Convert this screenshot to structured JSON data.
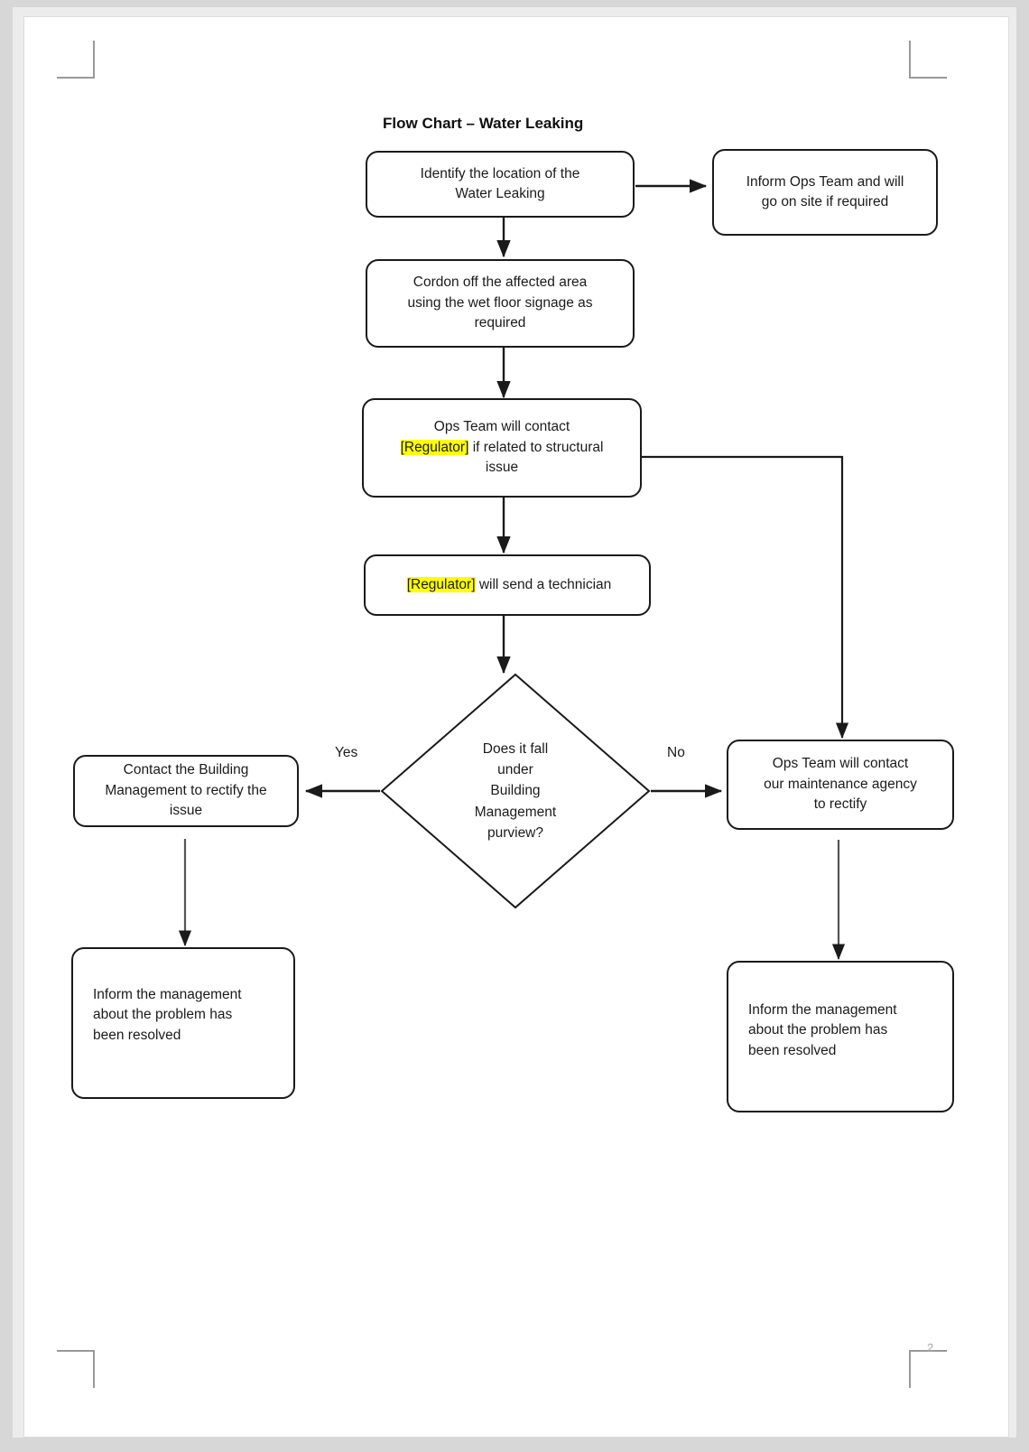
{
  "document": {
    "page_number": "2",
    "title": "Flow Chart – Water Leaking"
  },
  "chart_data": {
    "type": "diagram",
    "title": "Flow Chart – Water Leaking",
    "nodes": [
      {
        "id": "identify",
        "shape": "rounded-rect",
        "text": "Identify the location of the Water Leaking",
        "line1": "Identify the location of the",
        "line2": "Water Leaking"
      },
      {
        "id": "inform-ops",
        "shape": "rounded-rect",
        "text": "Inform Ops Team and will go on site if required",
        "line1": "Inform Ops Team and will",
        "line2": "go on site if required"
      },
      {
        "id": "cordon",
        "shape": "rounded-rect",
        "text": "Cordon off the affected area using the wet floor signage as required",
        "line1": "Cordon off the affected area",
        "line2": "using the wet floor signage as",
        "line3": "required"
      },
      {
        "id": "ops-contact-regulator",
        "shape": "rounded-rect",
        "text": "Ops Team will contact [Regulator] if related to structural issue",
        "line1": "Ops Team will contact",
        "highlight": "[Regulator]",
        "line2_rest": " if related to structural",
        "line3": "issue"
      },
      {
        "id": "regulator-technician",
        "shape": "rounded-rect",
        "highlight": "[Regulator]",
        "text_rest": " will send a technician",
        "text": "[Regulator] will send a technician"
      },
      {
        "id": "decision",
        "shape": "diamond",
        "text": "Does it fall under Building Management purview?",
        "line1": "Does it fall",
        "line2": "under",
        "line3": "Building",
        "line4": "Management",
        "line5": "purview?"
      },
      {
        "id": "contact-building-mgmt",
        "shape": "rounded-rect",
        "text": "Contact the Building Management to rectify the issue",
        "line1": "Contact the Building",
        "line2": "Management to rectify the",
        "line3": "issue"
      },
      {
        "id": "ops-maintenance-agency",
        "shape": "rounded-rect",
        "text": "Ops Team will contact our maintenance agency to rectify",
        "line1": "Ops Team will contact",
        "line2": "our maintenance agency",
        "line3": "to rectify"
      },
      {
        "id": "inform-mgmt-left",
        "shape": "rounded-rect",
        "text": "Inform the management about the problem  has been resolved",
        "line1": "Inform the management",
        "line2": "about the problem  has",
        "line3": "been resolved"
      },
      {
        "id": "inform-mgmt-right",
        "shape": "rounded-rect",
        "text": "Inform the management about the problem  has been resolved",
        "line1": "Inform the management",
        "line2": "about the problem  has",
        "line3": "been resolved"
      }
    ],
    "edges": [
      {
        "from": "identify",
        "to": "inform-ops",
        "label": ""
      },
      {
        "from": "identify",
        "to": "cordon",
        "label": ""
      },
      {
        "from": "cordon",
        "to": "ops-contact-regulator",
        "label": ""
      },
      {
        "from": "ops-contact-regulator",
        "to": "regulator-technician",
        "label": ""
      },
      {
        "from": "ops-contact-regulator",
        "to": "ops-maintenance-agency",
        "label": ""
      },
      {
        "from": "regulator-technician",
        "to": "decision",
        "label": ""
      },
      {
        "from": "decision",
        "to": "contact-building-mgmt",
        "label": "Yes"
      },
      {
        "from": "decision",
        "to": "ops-maintenance-agency",
        "label": "No"
      },
      {
        "from": "contact-building-mgmt",
        "to": "inform-mgmt-left",
        "label": ""
      },
      {
        "from": "ops-maintenance-agency",
        "to": "inform-mgmt-right",
        "label": ""
      }
    ],
    "edge_labels": {
      "yes": "Yes",
      "no": "No"
    },
    "colors": {
      "stroke": "#1a1a1a",
      "fill": "#ffffff",
      "highlight": "#ffff00",
      "text": "#1b1b1b",
      "page_background": "#d7d7d7"
    }
  }
}
